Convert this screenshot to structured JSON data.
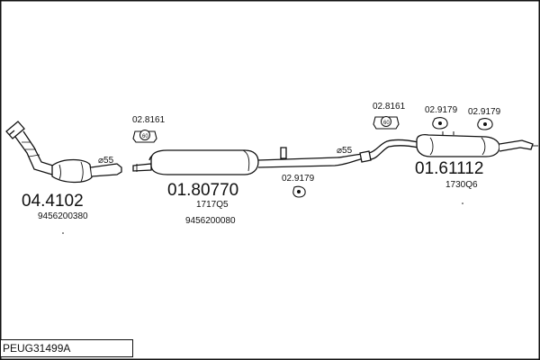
{
  "diagram_code": "PEUG31499A",
  "parts": {
    "catalytic_converter": {
      "number": "04.4102",
      "ref": "9456200380"
    },
    "middle_silencer": {
      "number": "01.80770",
      "ref1": "1717Q5",
      "ref2": "9456200080"
    },
    "rear_silencer": {
      "number": "01.61112",
      "ref": "1730Q6"
    }
  },
  "pipe_diameter_labels": {
    "front": "⌀55",
    "middle": "⌀55"
  },
  "accessories": {
    "gasket_left": {
      "number": "02.8161",
      "badge": "60"
    },
    "hanger_middle": {
      "number": "02.9179"
    },
    "gasket_right": {
      "number": "02.8161",
      "badge": "60"
    },
    "hanger_right_1": {
      "number": "02.9179"
    },
    "hanger_right_2": {
      "number": "02.9179"
    }
  }
}
